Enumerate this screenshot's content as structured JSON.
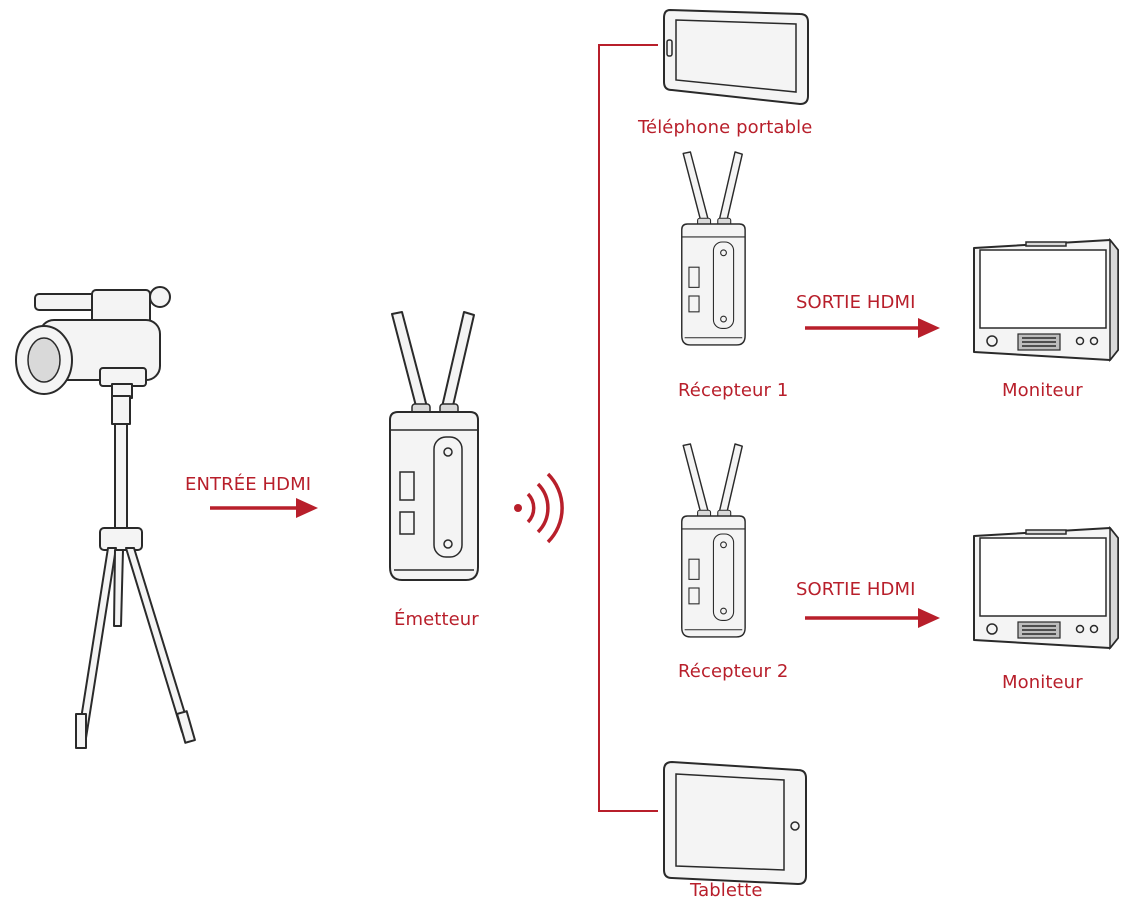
{
  "accent_color": "#b81f2b",
  "labels": {
    "hdmi_in": "ENTRÉE HDMI",
    "transmitter": "Émetteur",
    "phone": "Téléphone portable",
    "receiver1": "Récepteur 1",
    "receiver2": "Récepteur 2",
    "hdmi_out_1": "SORTIE HDMI",
    "hdmi_out_2": "SORTIE HDMI",
    "monitor1": "Moniteur",
    "monitor2": "Moniteur",
    "tablet": "Tablette"
  },
  "icons": [
    "video-camera-icon",
    "tripod-icon",
    "transmitter-icon",
    "wireless-signal-icon",
    "phone-icon",
    "receiver-icon",
    "monitor-icon",
    "tablet-icon"
  ]
}
